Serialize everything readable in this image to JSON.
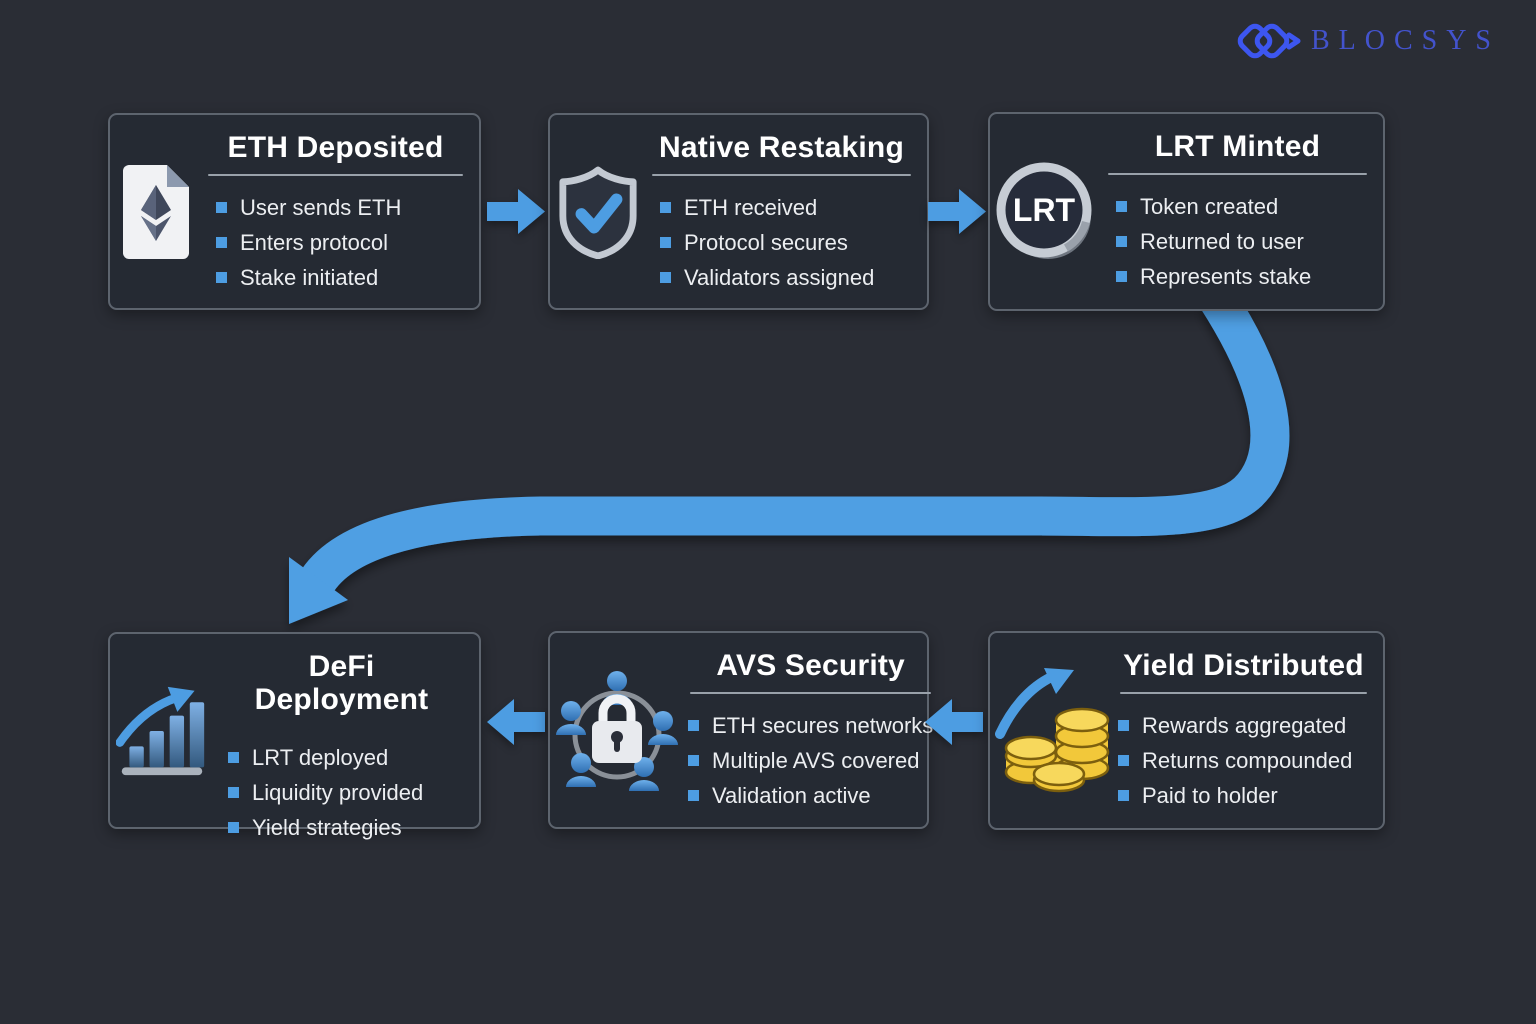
{
  "brand": {
    "name": "BLOCSYS",
    "logo_icon": "interlocked-diamonds-chevron-icon",
    "text_color": "#4353cd",
    "icon_color": "#3d56f0"
  },
  "colors": {
    "background": "#2a2d35",
    "box_background": "#252a33",
    "box_border": "#5d646e",
    "accent_arrow_blue": "#4d9de2",
    "title_white": "#ffffff",
    "bullet_text": "#eceef1",
    "coin_gold": "#f2c83a"
  },
  "boxes": [
    {
      "id": "eth-deposited",
      "title": "ETH Deposited",
      "icon": "eth-document-icon",
      "bullets": [
        "User sends ETH",
        "Enters protocol",
        "Stake initiated"
      ]
    },
    {
      "id": "native-restaking",
      "title": "Native Restaking",
      "icon": "shield-check-icon",
      "bullets": [
        "ETH received",
        "Protocol secures",
        "Validators assigned"
      ]
    },
    {
      "id": "lrt-minted",
      "title": "LRT Minted",
      "icon": "lrt-coin-icon",
      "coin_label": "LRT",
      "bullets": [
        "Token created",
        "Returned to user",
        "Represents stake"
      ]
    },
    {
      "id": "defi-deployment",
      "title": "DeFi Deployment",
      "icon": "bar-chart-up-icon",
      "bullets": [
        "LRT deployed",
        "Liquidity provided",
        "Yield strategies"
      ]
    },
    {
      "id": "avs-security",
      "title": "AVS Security",
      "icon": "lock-network-icon",
      "bullets": [
        "ETH secures networks",
        "Multiple AVS covered",
        "Validation active"
      ]
    },
    {
      "id": "yield-distributed",
      "title": "Yield Distributed",
      "icon": "coins-up-icon",
      "bullets": [
        "Rewards aggregated",
        "Returns compounded",
        "Paid to holder"
      ]
    }
  ],
  "flow": {
    "top_row": [
      "ETH Deposited",
      "Native Restaking",
      "LRT Minted"
    ],
    "bottom_row": [
      "DeFi Deployment",
      "AVS Security",
      "Yield Distributed"
    ],
    "top_arrows_direction": "right",
    "bottom_arrows_direction": "left",
    "curved_connector": {
      "from": "LRT Minted",
      "to": "DeFi Deployment"
    }
  }
}
